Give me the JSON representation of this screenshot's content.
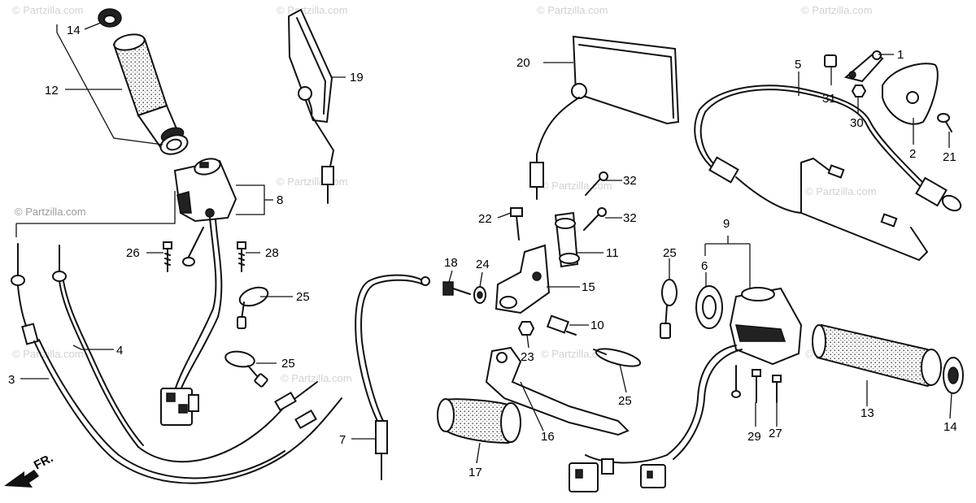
{
  "watermark": "© Partzilla.com",
  "front_marker": "FR.",
  "callouts": [
    {
      "id": "c1",
      "label": "1"
    },
    {
      "id": "c2",
      "label": "2"
    },
    {
      "id": "c3",
      "label": "3"
    },
    {
      "id": "c4",
      "label": "4"
    },
    {
      "id": "c5",
      "label": "5"
    },
    {
      "id": "c6",
      "label": "6"
    },
    {
      "id": "c7",
      "label": "7"
    },
    {
      "id": "c8",
      "label": "8"
    },
    {
      "id": "c9",
      "label": "9"
    },
    {
      "id": "c10",
      "label": "10"
    },
    {
      "id": "c11",
      "label": "11"
    },
    {
      "id": "c12",
      "label": "12"
    },
    {
      "id": "c13",
      "label": "13"
    },
    {
      "id": "c14a",
      "label": "14"
    },
    {
      "id": "c14b",
      "label": "14"
    },
    {
      "id": "c15",
      "label": "15"
    },
    {
      "id": "c16",
      "label": "16"
    },
    {
      "id": "c17",
      "label": "17"
    },
    {
      "id": "c18",
      "label": "18"
    },
    {
      "id": "c19",
      "label": "19"
    },
    {
      "id": "c20",
      "label": "20"
    },
    {
      "id": "c21",
      "label": "21"
    },
    {
      "id": "c22",
      "label": "22"
    },
    {
      "id": "c23",
      "label": "23"
    },
    {
      "id": "c24",
      "label": "24"
    },
    {
      "id": "c25a",
      "label": "25"
    },
    {
      "id": "c25b",
      "label": "25"
    },
    {
      "id": "c25c",
      "label": "25"
    },
    {
      "id": "c25d",
      "label": "25"
    },
    {
      "id": "c26",
      "label": "26"
    },
    {
      "id": "c27",
      "label": "27"
    },
    {
      "id": "c28",
      "label": "28"
    },
    {
      "id": "c29",
      "label": "29"
    },
    {
      "id": "c30",
      "label": "30"
    },
    {
      "id": "c31",
      "label": "31"
    },
    {
      "id": "c32a",
      "label": "32"
    },
    {
      "id": "c32b",
      "label": "32"
    }
  ]
}
